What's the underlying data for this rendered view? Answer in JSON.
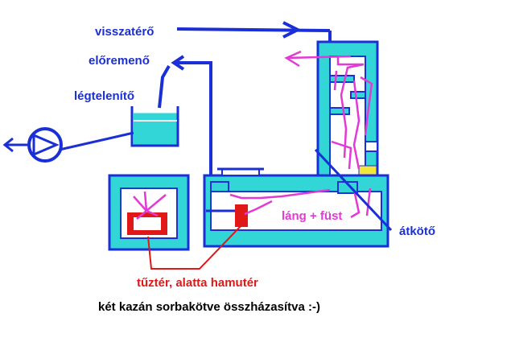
{
  "labels": {
    "return_line": "visszatérő",
    "supply_line": "előremenő",
    "air_vent": "légtelenítő",
    "flame_smoke": "láng + füst",
    "connector": "átkötő",
    "firebox": "tűztér, alatta hamutér",
    "caption": "két kazán sorbakötve összházasítva :-)"
  },
  "colors": {
    "water": "#33d6d6",
    "pipe": "#1a2fd6",
    "wall": "#1a2fd6",
    "flame": "#e23ad3",
    "fire": "#e01818",
    "ash_slot": "#f2e63a",
    "caption": "#000000"
  },
  "icons": [
    "pump-icon",
    "expansion-tank-icon"
  ]
}
